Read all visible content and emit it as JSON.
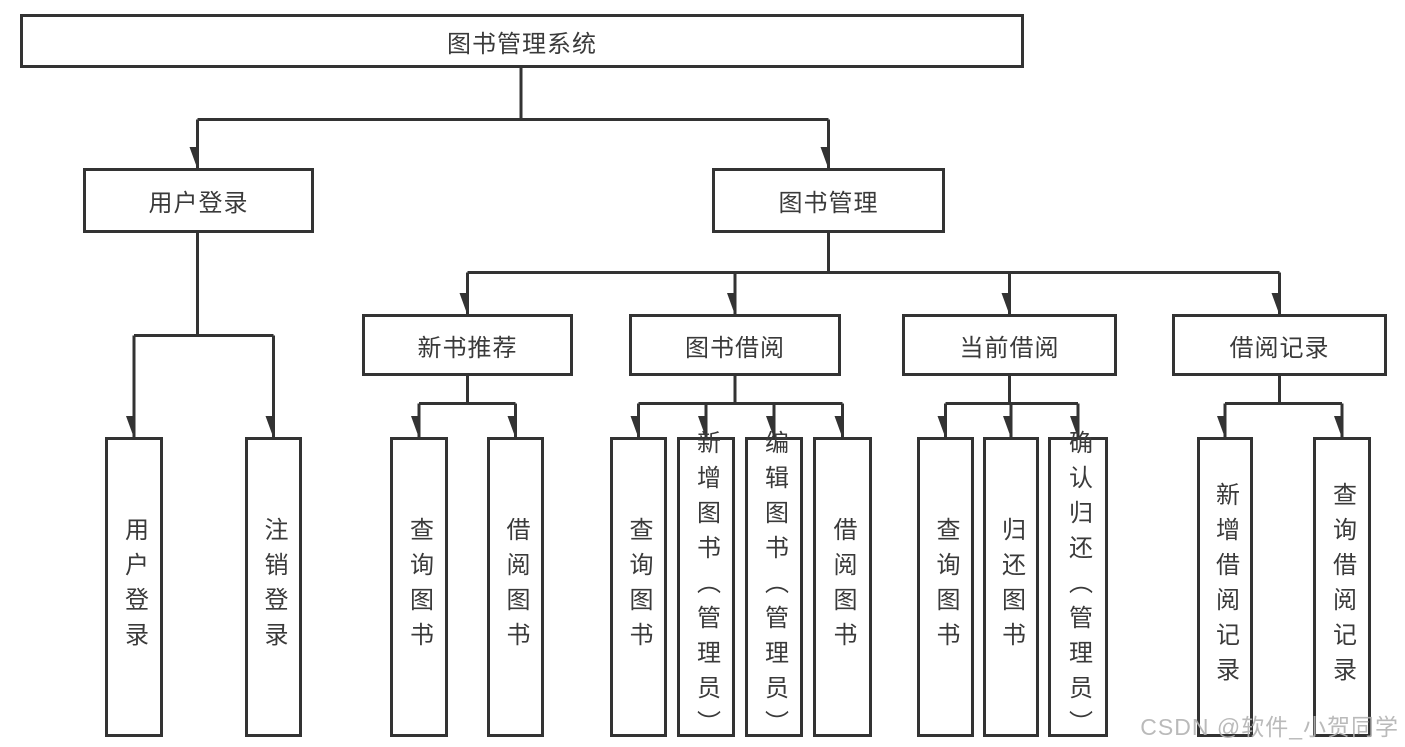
{
  "diagram": {
    "type": "hierarchy-tree",
    "title": "图书管理系统",
    "nodes": {
      "root": {
        "label": "图书管理系统"
      },
      "user_login": {
        "label": "用户登录"
      },
      "book_management": {
        "label": "图书管理"
      },
      "new_book_recommend": {
        "label": "新书推荐"
      },
      "book_borrowing": {
        "label": "图书借阅"
      },
      "current_borrowing": {
        "label": "当前借阅"
      },
      "borrowing_records": {
        "label": "借阅记录"
      },
      "leaf_user_login": {
        "label": "用户登录"
      },
      "leaf_logout": {
        "label": "注销登录"
      },
      "leaf_nb_query_books": {
        "label": "查询图书"
      },
      "leaf_nb_borrow_books": {
        "label": "借阅图书"
      },
      "leaf_bb_query_books": {
        "label": "查询图书"
      },
      "leaf_bb_add_books": {
        "label": "新增图书（管理员）"
      },
      "leaf_bb_edit_books": {
        "label": "编辑图书（管理员）"
      },
      "leaf_bb_borrow_books": {
        "label": "借阅图书"
      },
      "leaf_cb_query_books": {
        "label": "查询图书"
      },
      "leaf_cb_return_books": {
        "label": "归还图书"
      },
      "leaf_cb_confirm_return": {
        "label": "确认归还（管理员）"
      },
      "leaf_br_add_record": {
        "label": "新增借阅记录"
      },
      "leaf_br_query_record": {
        "label": "查询借阅记录"
      }
    },
    "hierarchy": {
      "图书管理系统": {
        "用户登录": [
          "用户登录",
          "注销登录"
        ],
        "图书管理": {
          "新书推荐": [
            "查询图书",
            "借阅图书"
          ],
          "图书借阅": [
            "查询图书",
            "新增图书（管理员）",
            "编辑图书（管理员）",
            "借阅图书"
          ],
          "当前借阅": [
            "查询图书",
            "归还图书",
            "确认归还（管理员）"
          ],
          "借阅记录": [
            "新增借阅记录",
            "查询借阅记录"
          ]
        }
      }
    },
    "colors": {
      "line": "#333333",
      "box_border": "#333333",
      "box_fill": "#ffffff",
      "text": "#3a3a3a",
      "background": "#ffffff"
    }
  },
  "watermark": {
    "text": "CSDN @软件_小贺同学",
    "color": "#b3b3b3"
  }
}
